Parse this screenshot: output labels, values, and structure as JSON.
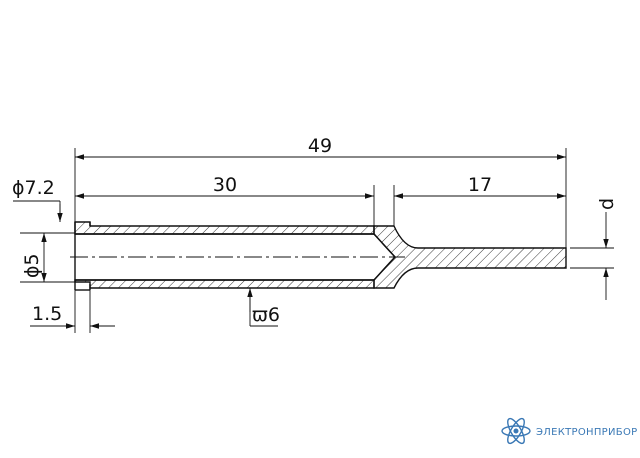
{
  "dimensions": {
    "overall_length": "49",
    "bore_length": "30",
    "tip_length": "17",
    "flange_diameter": "ϕ7.2",
    "bore_diameter": "ϕ5",
    "outer_diameter": "ϖ6",
    "flange_width": "1.5",
    "tip_diameter": "d"
  },
  "logo": {
    "text": "ЭЛЕКТРОНПРИБОР"
  },
  "colors": {
    "line": "#111111",
    "logo": "#3a78b5"
  }
}
